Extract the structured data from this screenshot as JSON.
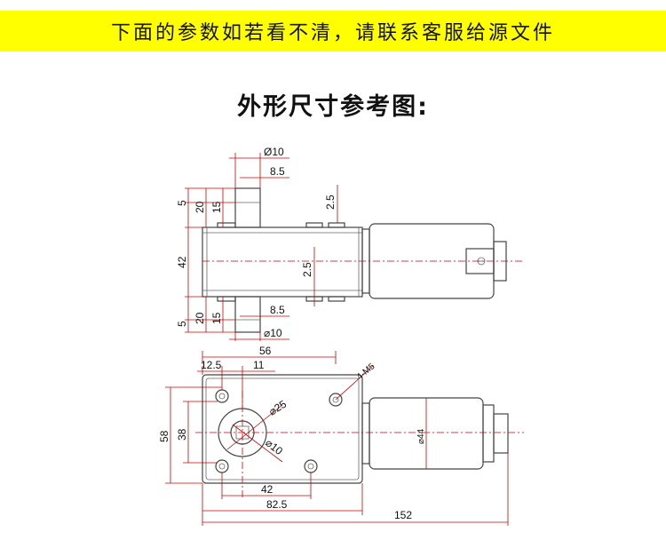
{
  "banner": {
    "text": "下面的参数如若看不清，请联系客服给源文件",
    "color": "#ffff00"
  },
  "title": "外形尺寸参考图:",
  "dimensions": {
    "top": {
      "shaft_dia": "Ø10",
      "flat": "8.5",
      "d5": "5",
      "d20": "20",
      "d15": "15",
      "d2_5_top": "2.5",
      "d42": "42",
      "d2_5_mid": "2.5",
      "d5_b": "5",
      "d20_b": "20",
      "d15_b": "15",
      "flat_b": "8.5",
      "shaft_dia_b": "⌀10",
      "d56": "56"
    },
    "front": {
      "d12_5": "12.5",
      "d11": "11",
      "holes": "4-M5",
      "d25": "⌀25",
      "d10": "⌀10",
      "d58": "58",
      "d38": "38",
      "d44": "⌀44",
      "d42": "42",
      "d82_5": "82.5",
      "d152": "152"
    }
  }
}
